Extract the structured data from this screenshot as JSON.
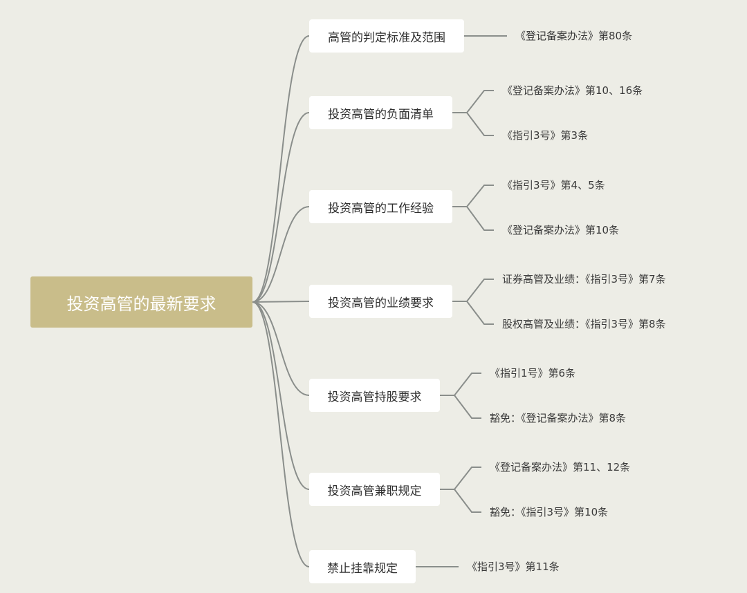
{
  "root": {
    "label": "投资高管的最新要求"
  },
  "branches": [
    {
      "label": "高管的判定标准及范围",
      "leaves": [
        "《登记备案办法》第80条"
      ]
    },
    {
      "label": "投资高管的负面清单",
      "leaves": [
        "《登记备案办法》第10、16条",
        "《指引3号》第3条"
      ]
    },
    {
      "label": "投资高管的工作经验",
      "leaves": [
        "《指引3号》第4、5条",
        "《登记备案办法》第10条"
      ]
    },
    {
      "label": "投资高管的业绩要求",
      "leaves": [
        "证券高管及业绩：《指引3号》第7条",
        "股权高管及业绩：《指引3号》第8条"
      ]
    },
    {
      "label": "投资高管持股要求",
      "leaves": [
        "《指引1号》第6条",
        "豁免：《登记备案办法》第8条"
      ]
    },
    {
      "label": "投资高管兼职规定",
      "leaves": [
        "《登记备案办法》第11、12条",
        "豁免：《指引3号》第10条"
      ]
    },
    {
      "label": "禁止挂靠规定",
      "leaves": [
        "《指引3号》第11条"
      ]
    }
  ],
  "colors": {
    "background": "#edede6",
    "root_fill": "#c9bd8a",
    "branch_fill": "#ffffff",
    "connector": "#8a8e8b"
  }
}
